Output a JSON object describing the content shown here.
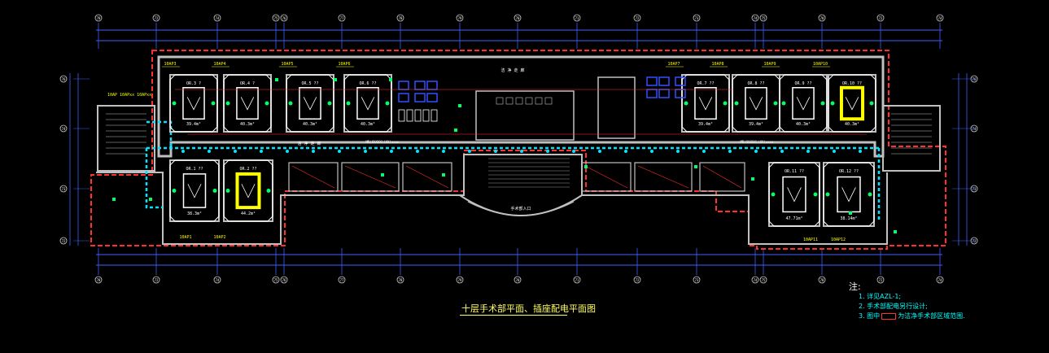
{
  "drawing": {
    "title": "十层手术部平面、插座配电平面图",
    "notes_title": "注:",
    "notes": [
      "1. 详见AZL-1;",
      "2. 手术部配电另行设计;",
      "3. 图中",
      "为洁净手术部区域范围."
    ],
    "axes_top": [
      "78",
      "72",
      "74",
      "75",
      "76",
      "77",
      "78",
      "79",
      "70",
      "71",
      "72",
      "73",
      "74",
      "75"
    ],
    "axes_side": [
      "76",
      "74",
      "73",
      "72"
    ],
    "panels_top": [
      "10AP3",
      "10AP4",
      "10AP5",
      "10AP6",
      "10AP7",
      "10AP8",
      "10AP9",
      "10AP10"
    ],
    "panels_bottom": [
      "10AP1",
      "10AP2",
      "10AP11",
      "10AP12"
    ],
    "left_note": "10AP  10APxx  10APxx",
    "or_rooms_top": [
      "OR.3 ?",
      "OR.4 ?",
      "OR.5 ??",
      "OR.6 ??",
      "OR.7 ??",
      "OR.8 ??",
      "OR.9 ??",
      "OR.10 ??"
    ],
    "or_rooms_bottom": [
      "OR.1 ??",
      "OR.2 ??",
      "OR.11 ??",
      "OR.12 ??"
    ],
    "areas_top": [
      "39.4m²",
      "40.3m²",
      "40.3m²",
      "40.3m²",
      "39.4m²",
      "39.4m²",
      "40.3m²",
      "40.3m²"
    ],
    "areas_bottom": [
      "38.3m²",
      "44.2m²",
      "47.71m²",
      "38.14m²"
    ],
    "corridor_label": "洁 净 走 廊",
    "corridor_cable": "MR(XXXXX)(XX)xxxx",
    "center_label": "手术部入口"
  },
  "colors": {
    "background": "#000000",
    "wall": "#c0c0c0",
    "axis": "#3f5fff",
    "clean_boundary": "#ff3030",
    "cable_tray": "#00e5ff",
    "panel_label": "#ffff00",
    "device": "#00ff66",
    "highlight": "#ffff00"
  }
}
